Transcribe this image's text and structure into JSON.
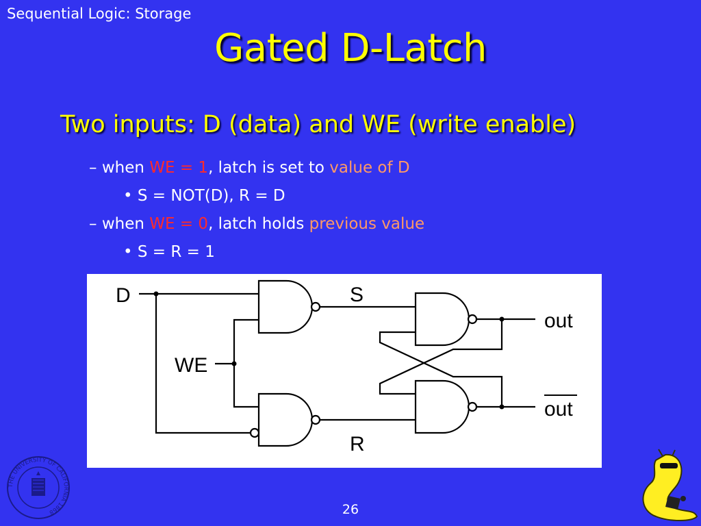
{
  "header": {
    "section": "Sequential Logic: Storage"
  },
  "title": "Gated D-Latch",
  "main_bullet": "Two inputs: D (data) and WE (write enable)",
  "items": [
    {
      "dash": "–",
      "prefix": "when ",
      "cond": "WE = 1",
      "middle": ", latch is set to ",
      "result": "value of D"
    },
    {
      "bullet": "•",
      "text": "S = NOT(D), R = D"
    },
    {
      "dash": "–",
      "prefix": "when ",
      "cond": "WE = 0",
      "middle": ", latch holds ",
      "result": "previous value"
    },
    {
      "bullet": "•",
      "text": "S = R = 1"
    }
  ],
  "diagram": {
    "labels": {
      "d": "D",
      "we": "WE",
      "s": "S",
      "r": "R",
      "out": "out",
      "out_bar": "out"
    }
  },
  "logo": {
    "seal_text": "THE UNIVERSITY OF CALIFORNIA 1868"
  },
  "slide_number": "26",
  "colors": {
    "background": "#3333f0",
    "title": "#ffff00",
    "highlight_red": "#ff2a2a",
    "highlight_orange": "#ff9966"
  },
  "icons": {
    "seal": "university-seal-icon",
    "mascot": "banana-slug-icon"
  }
}
